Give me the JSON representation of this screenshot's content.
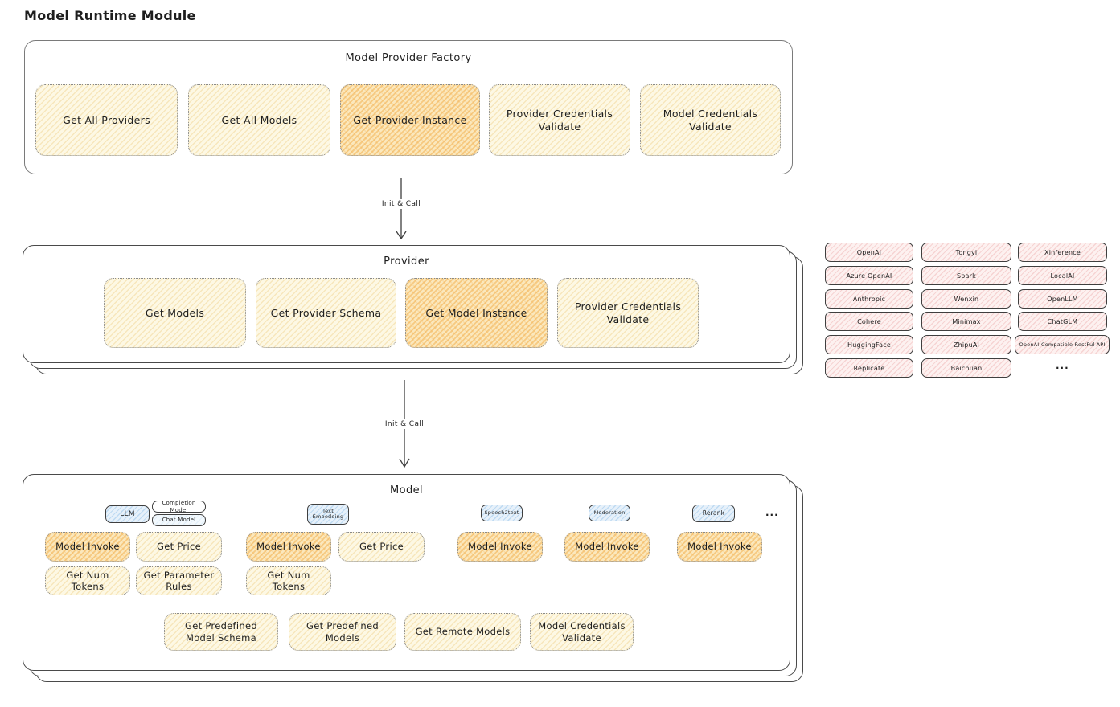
{
  "page": {
    "title": "Model Runtime Module"
  },
  "colors": {
    "yellow_fill": "#fdf8e4",
    "yellow_hatch": "#ecc97a",
    "orange_fill": "#fbe8bd",
    "orange_hatch": "#f3b050",
    "pink_fill": "#fdf1f0",
    "pink_hatch": "#eeafaf",
    "blue_fill": "#e7f1fa",
    "blue_hatch": "#8cbfe9",
    "stroke": "#3f3f3f",
    "text": "#1e1e1e"
  },
  "factory": {
    "title": "Model Provider Factory",
    "nodes": [
      "Get All Providers",
      "Get All Models",
      "Get Provider Instance",
      "Provider Credentials Validate",
      "Model Credentials Validate"
    ],
    "highlighted": "Get Provider Instance"
  },
  "edges": {
    "factory_to_provider": "Init & Call",
    "provider_to_model": "Init & Call"
  },
  "provider": {
    "title": "Provider",
    "nodes": [
      "Get Models",
      "Get Provider Schema",
      "Get Model Instance",
      "Provider Credentials Validate"
    ],
    "highlighted": "Get Model Instance"
  },
  "vendors": {
    "columns": [
      [
        "OpenAI",
        "Azure OpenAI",
        "Anthropic",
        "Cohere",
        "HuggingFace",
        "Replicate"
      ],
      [
        "Tongyi",
        "Spark",
        "Wenxin",
        "Minimax",
        "ZhipuAI",
        "Baichuan"
      ],
      [
        "Xinference",
        "LocalAI",
        "OpenLLM",
        "ChatGLM",
        "OpenAI-Compatible RestFul API"
      ]
    ],
    "more": "..."
  },
  "model": {
    "title": "Model",
    "tabs": {
      "llm": "LLM",
      "completion": "Completion Model",
      "chat": "Chat Model",
      "text_embedding": "Text Embedding",
      "speech2text": "Speech2text",
      "moderation": "Moderation",
      "rerank": "Rerank",
      "more": "..."
    },
    "ops": {
      "model_invoke": "Model Invoke",
      "get_price": "Get Price",
      "get_num_tokens": "Get Num Tokens",
      "get_parameter_rules": "Get Parameter Rules",
      "get_predefined_model_schema": "Get Predefined Model Schema",
      "get_predefined_models": "Get Predefined Models",
      "get_remote_models": "Get Remote Models",
      "model_credentials_validate": "Model Credentials Validate"
    }
  }
}
